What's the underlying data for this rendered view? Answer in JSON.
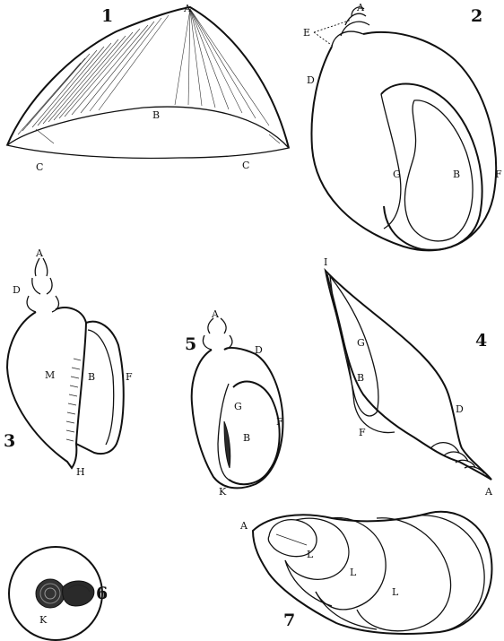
{
  "figures": [
    {
      "number": "1",
      "labels": [
        "A",
        "B",
        "C",
        "C"
      ]
    },
    {
      "number": "2",
      "labels": [
        "A",
        "E",
        "D",
        "G",
        "B",
        "F"
      ]
    },
    {
      "number": "3",
      "labels": [
        "A",
        "D",
        "M",
        "B",
        "F",
        "H"
      ]
    },
    {
      "number": "4",
      "labels": [
        "I",
        "G",
        "B",
        "F",
        "D",
        "A"
      ]
    },
    {
      "number": "5",
      "labels": [
        "A",
        "D",
        "G",
        "F",
        "B",
        "K"
      ]
    },
    {
      "number": "6",
      "labels": [
        "K"
      ]
    },
    {
      "number": "7",
      "labels": [
        "A",
        "L",
        "L",
        "L"
      ]
    }
  ]
}
